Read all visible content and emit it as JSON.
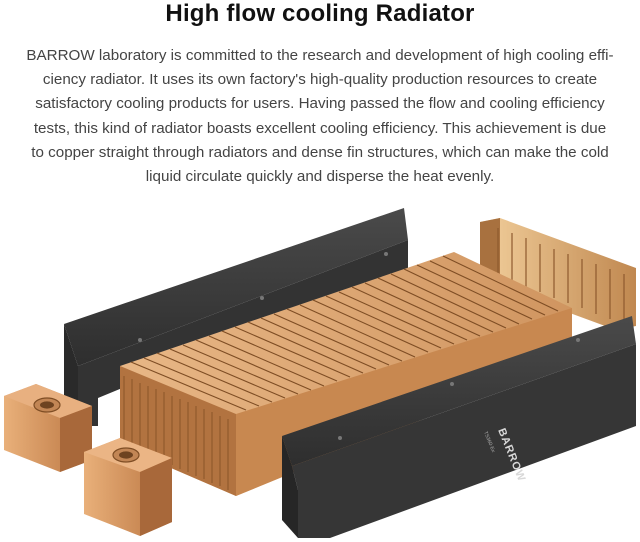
{
  "header": {
    "title": "High flow cooling Radiator"
  },
  "description": {
    "lines": [
      "BARROW laboratory is committed to the research and development of high cooling effi-",
      "ciency radiator. It uses its own factory's high-quality production resources to create",
      "satisfactory cooling products for users. Having passed the flow and cooling efficiency",
      "tests, this kind of radiator boasts excellent cooling efficiency. This achievement is due",
      "to copper straight through radiators and dense fin structures, which can make the cold",
      "liquid circulate quickly and disperse the heat evenly."
    ]
  },
  "product_image": {
    "brand_logo": "BARROW",
    "colors": {
      "copper": "#c98a52",
      "copper_dark": "#8a5428",
      "copper_light": "#e8b786",
      "bracket": "#3a3a3a",
      "bracket_light": "#555555"
    }
  }
}
